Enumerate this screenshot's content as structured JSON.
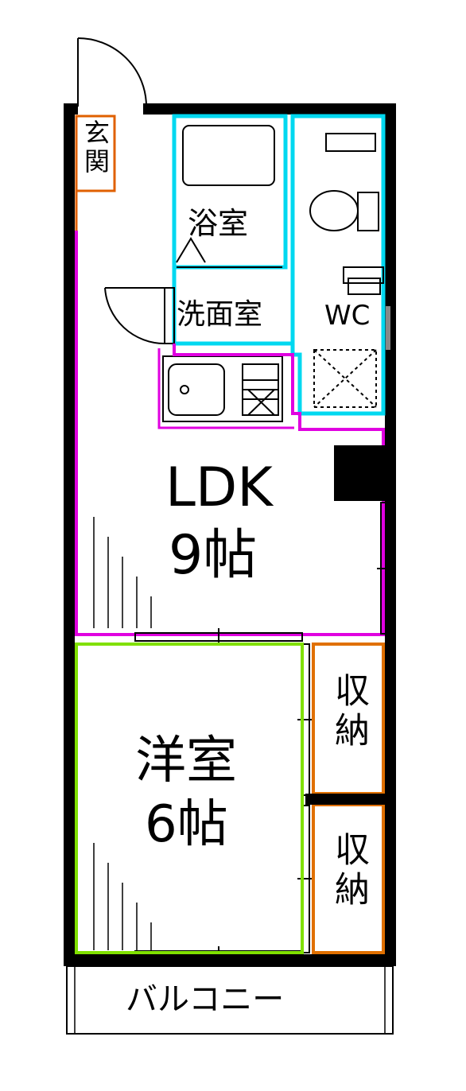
{
  "rooms": {
    "entrance": "玄関",
    "bath": "浴室",
    "washroom": "洗面室",
    "wc": "WC",
    "ldk_name": "LDK",
    "ldk_size": "9帖",
    "western_name": "洋室",
    "western_size": "6帖",
    "storage_1": "収納",
    "storage_2": "収納",
    "balcony": "バルコニー"
  },
  "colors": {
    "wall": "#000000",
    "entrance_outline": "#e06000",
    "ldk_outline": "#e000e0",
    "wet_area_outline": "#00d8f0",
    "western_outline": "#80e000",
    "storage_outline": "#e07000"
  }
}
